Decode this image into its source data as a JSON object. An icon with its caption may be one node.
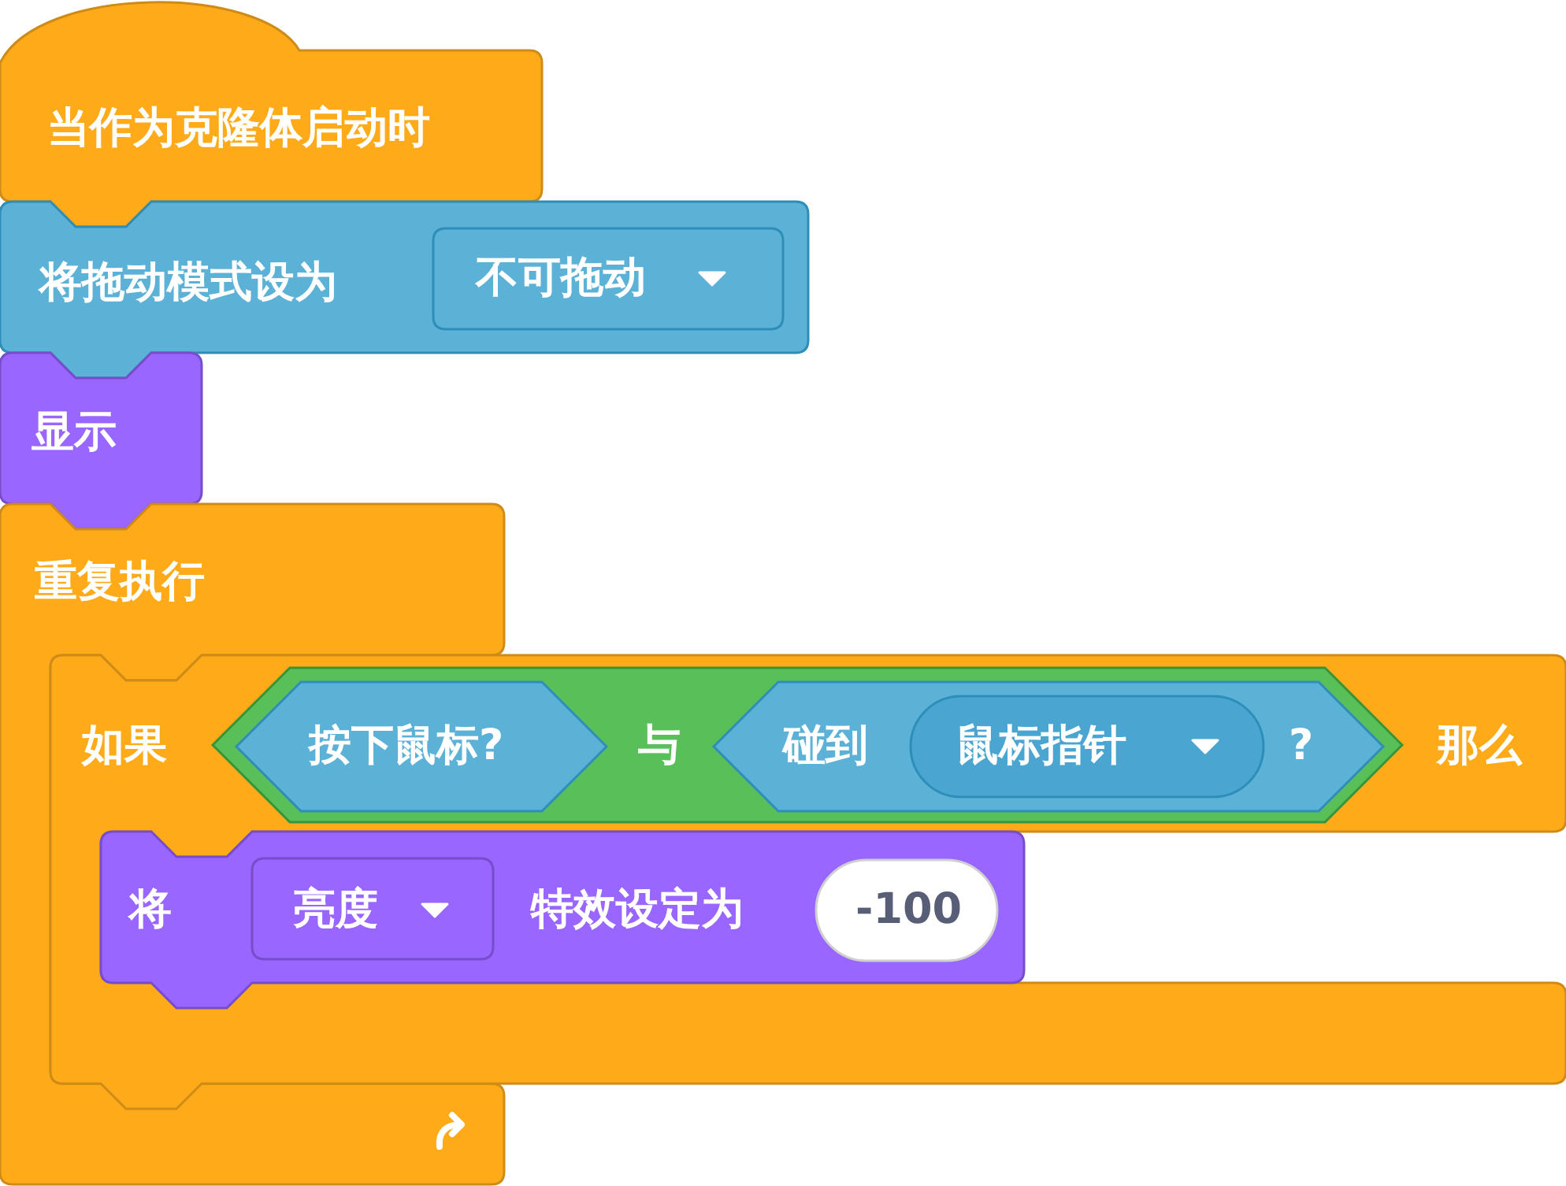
{
  "diagram": {
    "nodes": [
      {
        "text": [
          "当作为克隆体启动时"
        ]
      },
      {
        "text": [
          "将拖动模式设为"
        ]
      },
      {
        "text": [
          "不可拖动"
        ],
        "in": 1
      },
      {
        "text": [
          "显示"
        ]
      },
      {
        "text": [
          "重复执行"
        ]
      },
      {
        "text": [
          "如果",
          "那么"
        ]
      },
      {
        "text": [
          "与"
        ],
        "in": 5
      },
      {
        "text": [
          "按下鼠标?"
        ],
        "in": 6
      },
      {
        "text": [
          "碰到",
          "?"
        ],
        "in": 6
      },
      {
        "text": [
          "鼠标指针"
        ],
        "in": 8
      },
      {
        "text": [
          "将",
          "特效设定为"
        ],
        "in": 5
      },
      {
        "text": [
          "亮度"
        ],
        "in": 10
      },
      {
        "text": [
          "-100"
        ],
        "in": 10
      }
    ]
  }
}
